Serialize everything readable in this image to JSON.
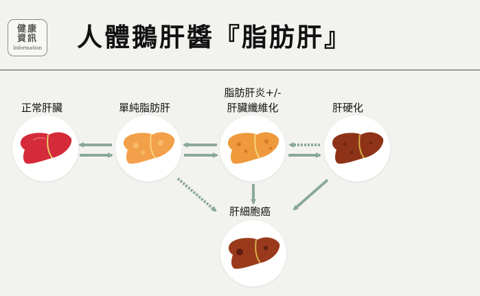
{
  "header": {
    "logo_line1": "健康",
    "logo_line2": "資訊",
    "logo_line3": "Information",
    "title": "人體鵝肝醬『脂肪肝』"
  },
  "stages": {
    "normal": {
      "label": "正常肝臟",
      "liver_color": "#d42a3a"
    },
    "simple_fatty": {
      "label": "單純脂肪肝",
      "liver_color": "#f3a04a"
    },
    "nash_line1": "脂肪肝炎+/-",
    "nash_line2": "肝臟纖維化",
    "nash": {
      "liver_color": "#ee9a3c"
    },
    "cirrhosis": {
      "label": "肝硬化",
      "liver_color": "#8e3318"
    },
    "cancer": {
      "label": "肝細胞癌",
      "liver_color": "#9a3a1c"
    }
  },
  "colors": {
    "arrow": "#8aa89a",
    "background": "#f2f2ef"
  }
}
